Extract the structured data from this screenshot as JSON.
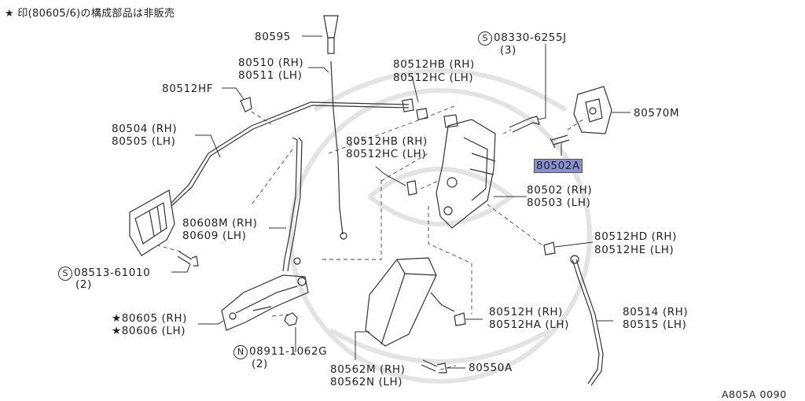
{
  "note": "★ 印(80605/6)の構成部品は非販売",
  "diagram_id": "A805A 0090",
  "labels": {
    "p80595": "80595",
    "p80510": "80510 (RH)",
    "p80511": "80511 (LH)",
    "p80512hf": "80512HF",
    "p80504": "80504 (RH)",
    "p80505": "80505 (LH)",
    "p80512hb_a": "80512HB (RH)",
    "p80512hc_a": "80512HC (LH)",
    "p80512hb_b": "80512HB (RH)",
    "p80512hc_b": "80512HC (LH)",
    "s08330_code": "08330-6255J",
    "s08330_qty": "(3)",
    "p80570m": "80570M",
    "p80502a": "80502A",
    "p80502": "80502 (RH)",
    "p80503": "80503 (LH)",
    "p80608m": "80608M (RH)",
    "p80609": "80609  (LH)",
    "s08513_code": "08513-61010",
    "s08513_qty": "(2)",
    "p80512hd": "80512HD (RH)",
    "p80512he": "80512HE (LH)",
    "p80605": "★80605 (RH)",
    "p80606": "★80606 (LH)",
    "p80512h": "80512H  (RH)",
    "p80512ha": "80512HA (LH)",
    "p80514": "80514 (RH)",
    "p80515": "80515 (LH)",
    "n08911_code": "08911-1062G",
    "n08911_qty": "(2)",
    "p80562m": "80562M (RH)",
    "p80562n": "80562N (LH)",
    "p80550a": "80550A"
  },
  "symbols": {
    "screw_prefix": "S",
    "nut_prefix": "N"
  },
  "colors": {
    "highlight": "#8a8fd0",
    "line": "#333333",
    "watermark": "#e3e3e3"
  }
}
